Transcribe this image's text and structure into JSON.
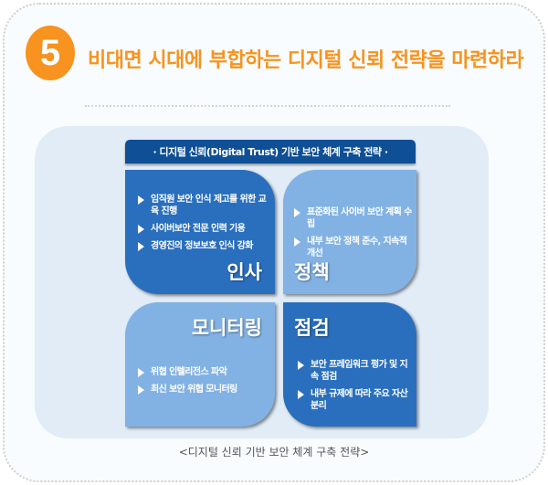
{
  "header": {
    "number": "5",
    "title": "비대면 시대에 부합하는 디지털 신뢰 전략을 마련하라"
  },
  "diagram": {
    "banner": "· 디지털 신뢰(Digital Trust) 기반 보안 체계 구축 전략 ·",
    "quadrants": [
      {
        "title": "인사",
        "items": [
          "임직원 보안 인식 제고를 위한 교육 진행",
          "사이버보안 전문 인력 기용",
          "경영진의 정보보호 인식 강화"
        ]
      },
      {
        "title": "정책",
        "items": [
          "표준화된 사이버 보안 계획 수립",
          "내부 보안 정책 준수, 지속적 개선"
        ]
      },
      {
        "title": "모니터링",
        "items": [
          "위협 인텔리전스 파악",
          "최신 보안 위협 모니터링"
        ]
      },
      {
        "title": "점검",
        "items": [
          "보안 프레임워크 평가 및 지속 점검",
          "내부 규제에 따라 주요 자산 분리"
        ]
      }
    ],
    "colors": {
      "dark": "#2a6fbd",
      "light": "#82b2e4",
      "banner": "#0f4f95",
      "accent": "#f7931e"
    }
  },
  "caption": "<디지털 신뢰 기반 보안 체계 구축 전략>"
}
